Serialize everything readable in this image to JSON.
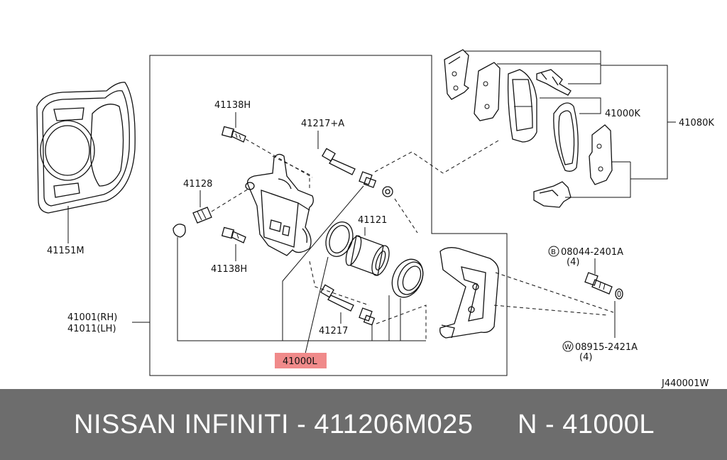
{
  "diagram": {
    "labels": {
      "p41151M": "41151M",
      "p41138H_top": "41138H",
      "p41217A": "41217+A",
      "p41128": "41128",
      "p41121": "41121",
      "p41138H_bottom": "41138H",
      "p41217": "41217",
      "p41001": "41001(RH)",
      "p41011": "41011(LH)",
      "p41000L": "41000L",
      "p41000K": "41000K",
      "p41080K": "41080K",
      "bolt_b_num": "08044-2401A",
      "bolt_b_qty": "(4)",
      "washer_w_num": "08915-2421A",
      "washer_w_qty": "(4)",
      "bolt_letter": "B",
      "washer_letter": "W",
      "ref_code": "J440001W"
    },
    "highlight_color": "#f08a8a"
  },
  "banner": {
    "left_text": "NISSAN  INFINITI - 411206M025",
    "right_text": "N - 41000L",
    "background": "#6d6d6d"
  }
}
